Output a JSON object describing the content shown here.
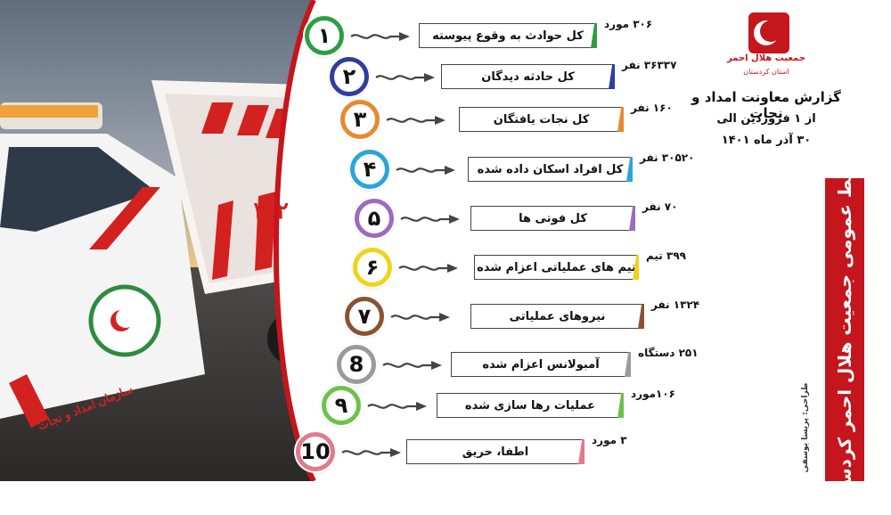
{
  "header": {
    "org_name": "جمعیت هلال احمر",
    "org_province": "استان کردستان",
    "title": "گزارش معاونت امداد و نجات",
    "date_from": "از ۱ فروردین الی",
    "date_to": "۳۰ آذر ماه ۱۴۰۱"
  },
  "side_band": {
    "text": "روابط عمومی جمعیت هلال احمر کردستان"
  },
  "designer": {
    "text": "طراحی: پریسا یوسفی"
  },
  "vehicle_texts": {
    "emergency_number": "۱۱۲",
    "hood_text": "سازمان امداد و نجات"
  },
  "stats": [
    {
      "num": "۱",
      "label": "کل حوادث به وقوع پیوسته",
      "count": "۳۰۶ مورد",
      "color": "#2e9e43",
      "accent": "#2e9e43"
    },
    {
      "num": "۲",
      "label": "کل حادثه دیدگان",
      "count": "۳۶۳۳۷ نفر",
      "color": "#2f3e9e",
      "accent": "#2f3e9e"
    },
    {
      "num": "۳",
      "label": "کل نجات یافتگان",
      "count": "۱۶۰ نفر",
      "color": "#e58a2e",
      "accent": "#e58a2e"
    },
    {
      "num": "۴",
      "label": "کل افراد اسکان داده شده",
      "count": "۳۰۵۲۰ نفر",
      "color": "#29a6d9",
      "accent": "#29a6d9"
    },
    {
      "num": "۵",
      "label": "کل فوتی ها",
      "count": "۷۰ نفر",
      "color": "#9b6bbf",
      "accent": "#9b6bbf"
    },
    {
      "num": "۶",
      "label": "تیم های عملیاتی اعزام شده",
      "count": "۳۹۹ تیم",
      "color": "#f2d21b",
      "accent": "#f2d21b"
    },
    {
      "num": "۷",
      "label": "نیروهای عملیاتی",
      "count": "۱۳۲۴ نفر",
      "color": "#8a5230",
      "accent": "#8a5230"
    },
    {
      "num": "8",
      "label": "آمبولانس اعزام شده",
      "count": "۲۵۱ دستگاه",
      "color": "#9a9a9a",
      "accent": "#9a9a9a"
    },
    {
      "num": "۹",
      "label": "عملیات رها سازی شده",
      "count": "۱۰۶مورد",
      "color": "#6cc24a",
      "accent": "#6cc24a"
    },
    {
      "num": "10",
      "label": "اطفا، حریق",
      "count": "۳ مورد",
      "color": "#e07b8a",
      "accent": "#e07b8a"
    }
  ],
  "colors": {
    "brand_red": "#c4161c",
    "arc_red": "#c4161c"
  },
  "icons": {
    "logo": "red-crescent-logo",
    "connector": "wavy-arrow-icon"
  }
}
